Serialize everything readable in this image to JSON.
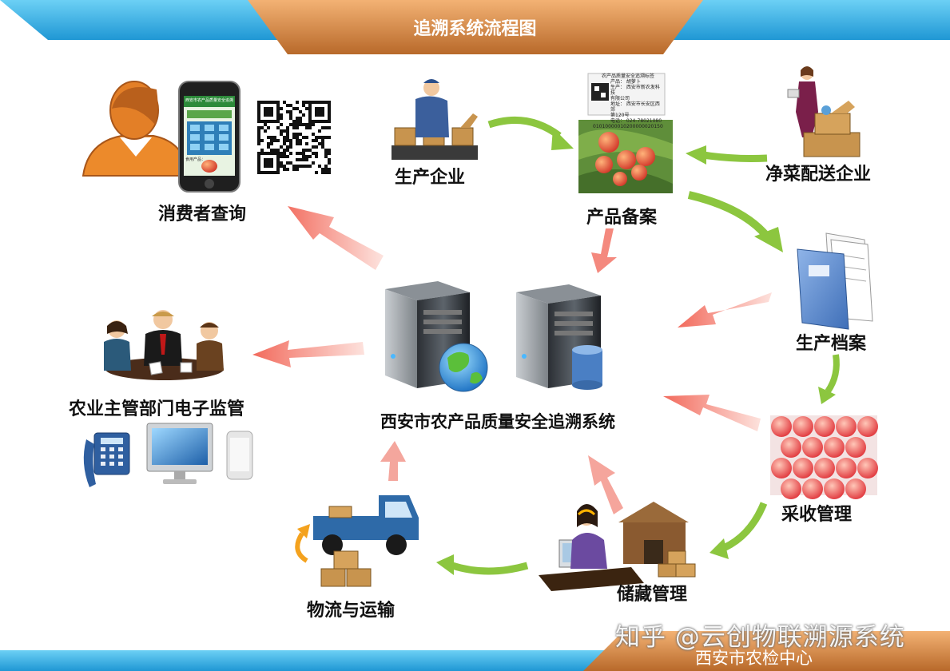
{
  "header": {
    "title": "追溯系统流程图"
  },
  "footer": {
    "organization": "西安市农检中心"
  },
  "watermark": "知乎 @云创物联溯源系统",
  "center": {
    "label": "西安市农产品质量安全追溯系统"
  },
  "nodes": {
    "consumer": "消费者查询",
    "producer": "生产企业",
    "product_record": "产品备案",
    "distributor": "净菜配送企业",
    "production_archive": "生产档案",
    "harvest": "采收管理",
    "storage": "储藏管理",
    "logistics": "物流与运输",
    "regulator": "农业主管部门电子监管"
  },
  "label_sheet": {
    "title": "农产品质量安全追溯标签",
    "lines": [
      "产品：  胡萝卜",
      "生产：  西安市新农发科技",
      "有限公司",
      "地址：  西安市长安区西郊",
      "第120号",
      "电话：  024-78021080",
      "01010000010200000020150"
    ]
  },
  "phone_screen": {
    "header": "西安市农产品质量安全追溯",
    "footer": "食用产品："
  },
  "colors": {
    "header_orange": "#cf8a3a",
    "header_blue": "#3aaee0",
    "arrow_green": "#8cc63f",
    "arrow_red": "#f0857a"
  }
}
